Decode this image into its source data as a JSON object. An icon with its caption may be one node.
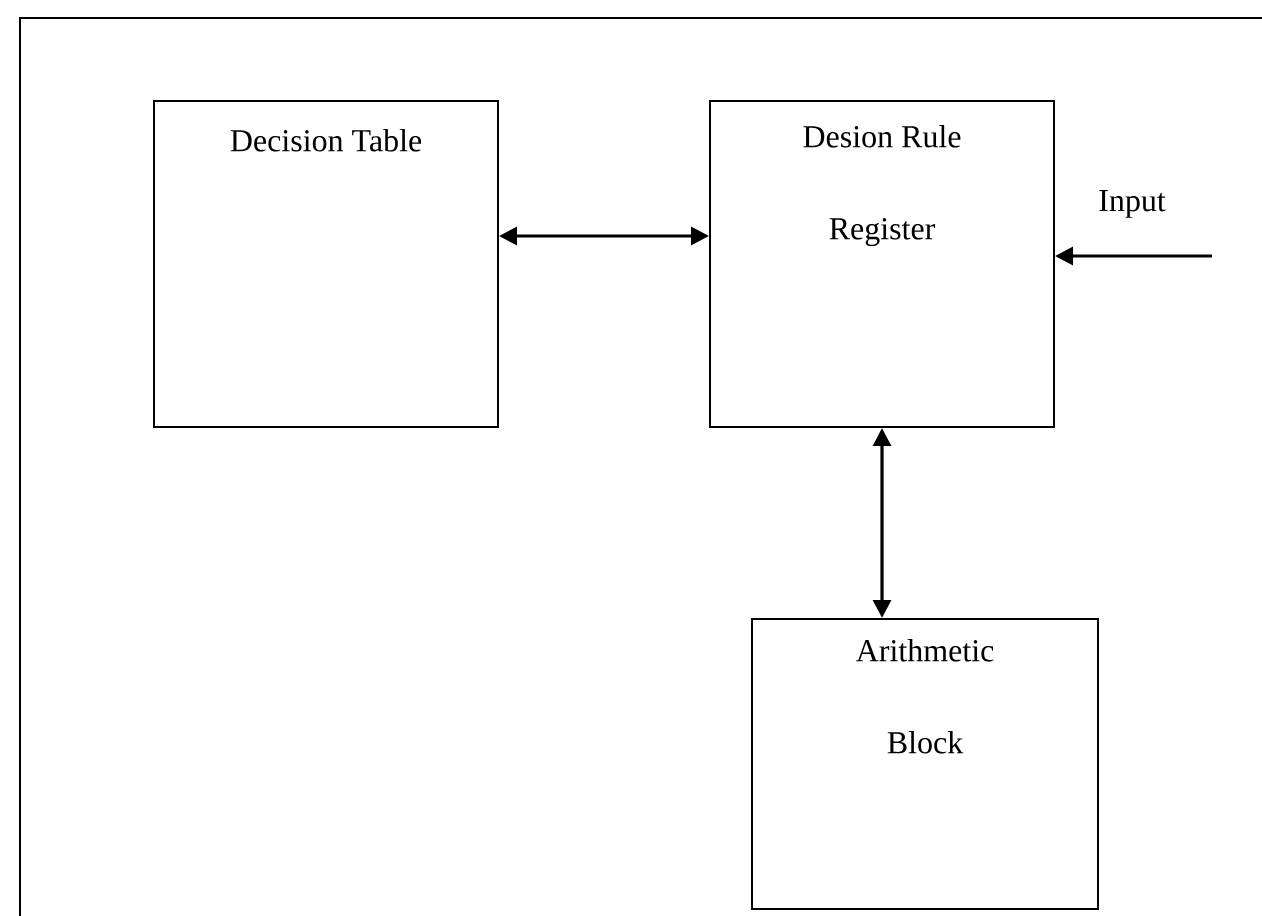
{
  "diagram": {
    "nodes": [
      {
        "text": [
          "Decision Table"
        ]
      },
      {
        "text": [
          "Desion Rule Register"
        ]
      },
      {
        "text": [
          "Arithmetic Block"
        ]
      }
    ],
    "edges": [
      {
        "from": 0,
        "to": 1,
        "arrow": "both"
      },
      {
        "from": 1,
        "to": 2,
        "arrow": "both"
      },
      {
        "from": null,
        "to": 1,
        "arrow": "to",
        "label": "Input"
      }
    ]
  }
}
